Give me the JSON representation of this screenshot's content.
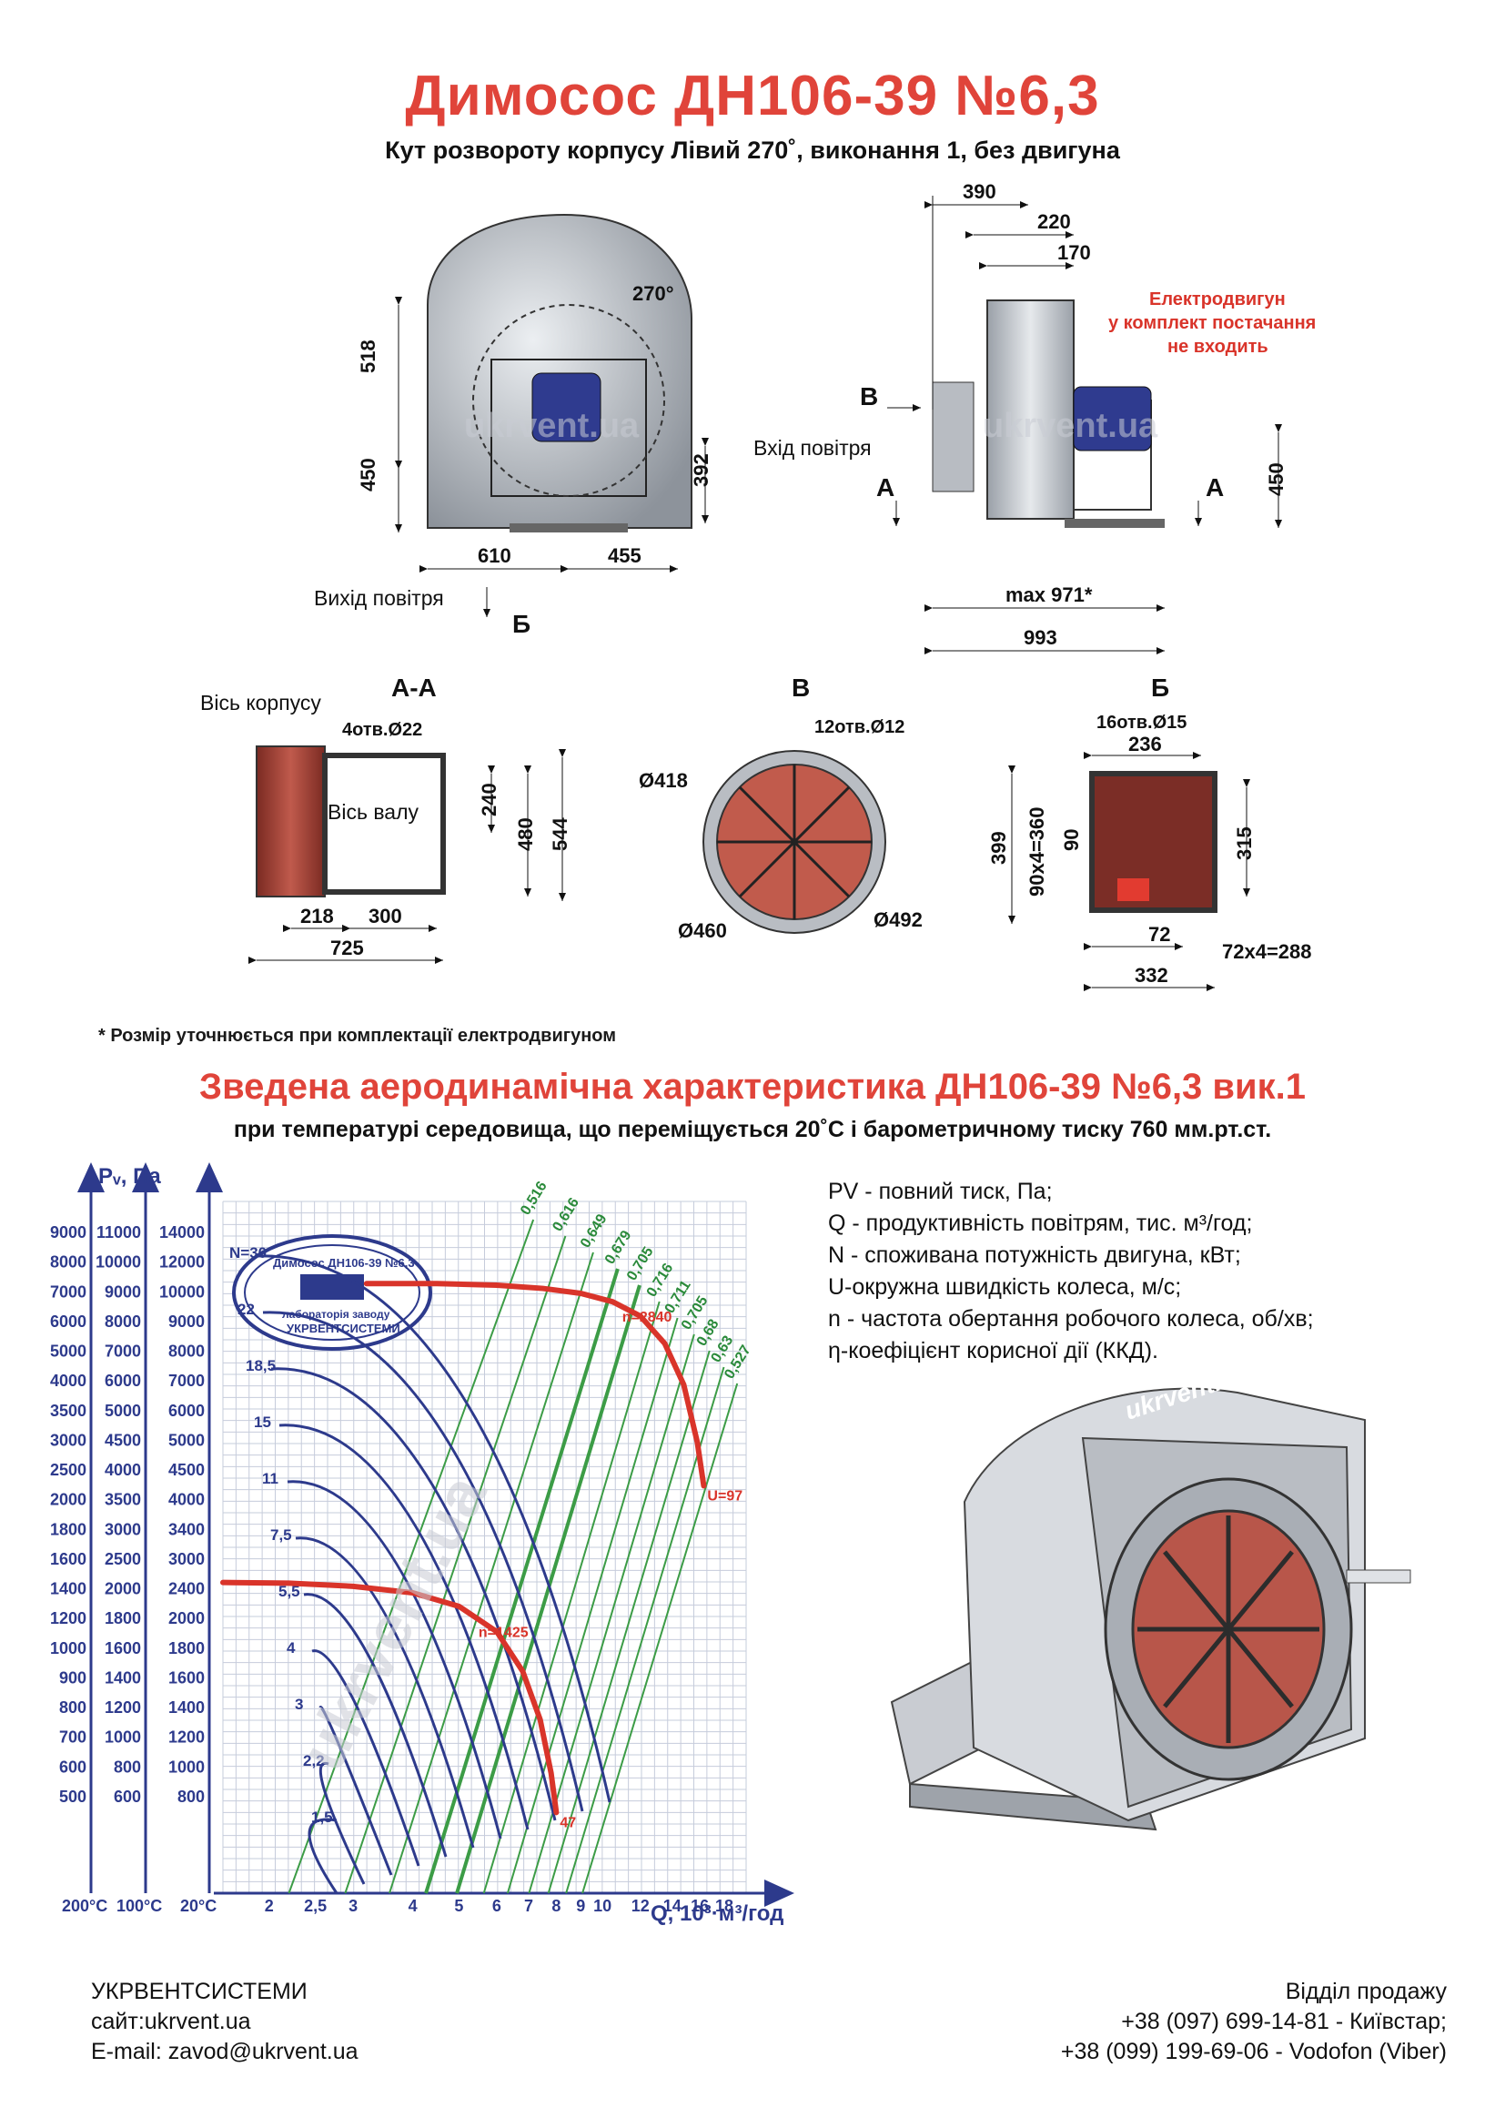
{
  "header": {
    "title": "Димосос  ДН106-39 №6,3",
    "subtitle": "Кут розвороту корпусу Лівий 270˚, виконання 1, без двигуна"
  },
  "front_view": {
    "angle": "270°",
    "dims": [
      "518",
      "450",
      "392",
      "610",
      "455"
    ],
    "outlet_label": "Вихід повітря",
    "section_b": "Б"
  },
  "side_view": {
    "dims": [
      "390",
      "220",
      "170",
      "450",
      "max 971*",
      "993"
    ],
    "motor_note": [
      "Електродвигун",
      "у комплект постачання",
      "не входить"
    ],
    "inlet_label": "Вхід повітря",
    "marker_v": "В",
    "marker_a": "А"
  },
  "section_aa": {
    "title": "А-А",
    "axis_body": "Вісь корпусу",
    "axis_shaft": "Вісь валу",
    "holes": "4отв.Ø22",
    "dims": [
      "240",
      "480",
      "544",
      "218",
      "300",
      "725"
    ]
  },
  "section_v": {
    "title": "В",
    "holes": "12отв.Ø12",
    "dims": [
      "Ø418",
      "Ø460",
      "Ø492"
    ]
  },
  "section_b": {
    "title": "Б",
    "holes": "16отв.Ø15",
    "dims": [
      "236",
      "399",
      "90x4=360",
      "90",
      "315",
      "72",
      "72x4=288",
      "332"
    ]
  },
  "watermark": "ukrvent.ua",
  "footnote": "* Розмір уточнюється при комплектації електродвигуном",
  "chart_heading": {
    "title": "Зведена аеродинамічна характеристика ДН106-39 №6,3 вик.1",
    "subtitle": "при температурі середовища, що переміщується 20˚С і барометричному тиску 760 мм.рт.ст."
  },
  "legend": [
    "PV - повний тиск, Па;",
    "Q - продуктивність повітрям, тис. м³/год;",
    "N - споживана потужність двигуна, кВт;",
    "U-окружна швидкість колеса, м/с;",
    "n - частота обертання робочого колеса, об/хв;",
    "η-коефіцієнт корисної дії (ККД)."
  ],
  "stamp": {
    "line1": "Димосос ДН106-39 №6,3",
    "line2": "лабораторія заводу",
    "line3": "УКРВЕНТСИСТЕМИ"
  },
  "chart_data": {
    "type": "line",
    "ylabel": "Pᵥ, Па",
    "xlabel": "Q, 10³·м³/год",
    "x_scale": "log",
    "y_scale": "log",
    "pressure_ticks_200C": [
      "9000",
      "8000",
      "7000",
      "6000",
      "5000",
      "4000",
      "3500",
      "3000",
      "2500",
      "2000",
      "1800",
      "1600",
      "1400",
      "1200",
      "1000",
      "900",
      "800",
      "700",
      "600",
      "500"
    ],
    "pressure_ticks_100C": [
      "11000",
      "10000",
      "9000",
      "8000",
      "7000",
      "6000",
      "5000",
      "4500",
      "4000",
      "3500",
      "3000",
      "2500",
      "2000",
      "1800",
      "1600",
      "1400",
      "1200",
      "1000",
      "800",
      "600"
    ],
    "pressure_ticks_20C": [
      "14000",
      "12000",
      "10000",
      "9000",
      "8000",
      "7000",
      "6000",
      "5000",
      "4500",
      "4000",
      "3400",
      "3000",
      "2400",
      "2000",
      "1800",
      "1600",
      "1400",
      "1200",
      "1000",
      "800"
    ],
    "temp_labels": [
      "200°C",
      "100°C",
      "20°C"
    ],
    "q_ticks": [
      "2",
      "2,5",
      "3",
      "4",
      "5",
      "6",
      "7",
      "8",
      "9",
      "10",
      "12",
      "14",
      "16",
      "18"
    ],
    "q_tick_values": [
      2,
      2.5,
      3,
      4,
      5,
      6,
      7,
      8,
      9,
      10,
      12,
      14,
      16,
      18
    ],
    "power_labels": [
      "N=30",
      "22",
      "18,5",
      "15",
      "11",
      "7,5",
      "5,5",
      "4",
      "3",
      "2,2",
      "1,5"
    ],
    "efficiency_labels": [
      "0,516",
      "0,616",
      "0,649",
      "0,679",
      "0,705",
      "0,716",
      "0,711",
      "0,705",
      "0,68",
      "0,63",
      "0,527"
    ],
    "series": [
      {
        "name": "n=2840",
        "end_label": "U=97",
        "x": [
          3.2,
          4.5,
          6.0,
          7.5,
          9.0,
          10.5,
          12.0,
          13.5,
          14.8,
          15.8,
          16.3
        ],
        "y": [
          6850,
          6850,
          6800,
          6700,
          6550,
          6300,
          5900,
          5200,
          4300,
          3300,
          2700
        ]
      },
      {
        "name": "n=1425",
        "end_label": "47",
        "x": [
          1.6,
          2.2,
          3.0,
          4.0,
          5.0,
          6.0,
          6.8,
          7.4,
          7.8,
          8.0
        ],
        "y": [
          1730,
          1725,
          1700,
          1650,
          1550,
          1380,
          1150,
          920,
          720,
          600
        ]
      }
    ]
  },
  "footer": {
    "company": "УКРВЕНТСИСТЕМИ",
    "site": "сайт:ukrvent.ua",
    "email": "E-mail: zavod@ukrvent.ua",
    "sales": "Відділ продажу",
    "phone1": "+38 (097) 699-14-81 - Київстар;",
    "phone2": "+38 (099) 199-69-06 - Vodofon (Viber)"
  }
}
